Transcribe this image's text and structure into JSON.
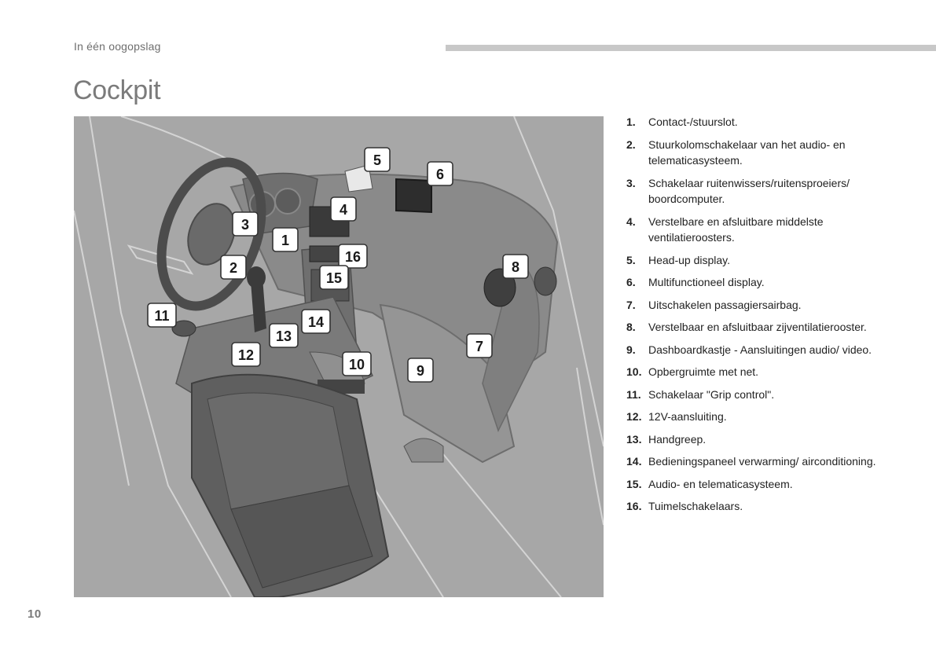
{
  "header": {
    "section": "In één oogopslag",
    "title": "Cockpit"
  },
  "figure": {
    "callouts": [
      {
        "id": "callout-1",
        "label": "1"
      },
      {
        "id": "callout-2",
        "label": "2"
      },
      {
        "id": "callout-3",
        "label": "3"
      },
      {
        "id": "callout-4",
        "label": "4"
      },
      {
        "id": "callout-5",
        "label": "5"
      },
      {
        "id": "callout-6",
        "label": "6"
      },
      {
        "id": "callout-7",
        "label": "7"
      },
      {
        "id": "callout-8",
        "label": "8"
      },
      {
        "id": "callout-9",
        "label": "9"
      },
      {
        "id": "callout-10",
        "label": "10"
      },
      {
        "id": "callout-11",
        "label": "11"
      },
      {
        "id": "callout-12",
        "label": "12"
      },
      {
        "id": "callout-13",
        "label": "13"
      },
      {
        "id": "callout-14",
        "label": "14"
      },
      {
        "id": "callout-15",
        "label": "15"
      },
      {
        "id": "callout-16",
        "label": "16"
      }
    ]
  },
  "legend": [
    {
      "num": "1.",
      "text": "Contact-/stuurslot."
    },
    {
      "num": "2.",
      "text": "Stuurkolomschakelaar van het audio- en telematicasysteem."
    },
    {
      "num": "3.",
      "text": "Schakelaar ruitenwissers/ruitensproeiers/ boordcomputer."
    },
    {
      "num": "4.",
      "text": "Verstelbare en afsluitbare middelste ventilatieroosters."
    },
    {
      "num": "5.",
      "text": "Head-up display."
    },
    {
      "num": "6.",
      "text": "Multifunctioneel display."
    },
    {
      "num": "7.",
      "text": "Uitschakelen passagiersairbag."
    },
    {
      "num": "8.",
      "text": "Verstelbaar en afsluitbaar zijventilatierooster."
    },
    {
      "num": "9.",
      "text": "Dashboardkastje - Aansluitingen audio/ video."
    },
    {
      "num": "10.",
      "text": "Opbergruimte met net."
    },
    {
      "num": "11.",
      "text": "Schakelaar \"Grip control\"."
    },
    {
      "num": "12.",
      "text": "12V-aansluiting."
    },
    {
      "num": "13.",
      "text": "Handgreep."
    },
    {
      "num": "14.",
      "text": "Bedieningspaneel verwarming/ airconditioning."
    },
    {
      "num": "15.",
      "text": "Audio- en telematicasysteem."
    },
    {
      "num": "16.",
      "text": "Tuimelschakelaars."
    }
  ],
  "footer": {
    "page_number": "10"
  }
}
